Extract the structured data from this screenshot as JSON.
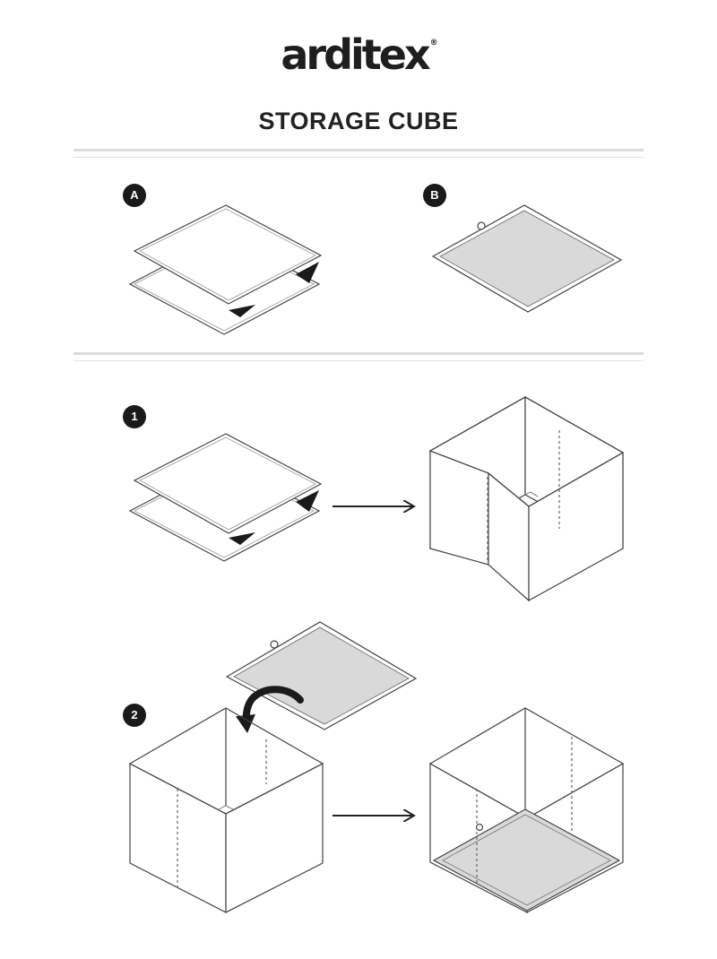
{
  "header": {
    "logo_text": "arditex",
    "logo_mark": "®",
    "title": "STORAGE CUBE"
  },
  "parts": {
    "a_label": "A",
    "b_label": "B"
  },
  "steps": {
    "step1_label": "1",
    "step2_label": "2"
  },
  "colors": {
    "ink": "#222222",
    "panel_fill": "#d9d9d9",
    "rule": "#dcdcdc"
  }
}
